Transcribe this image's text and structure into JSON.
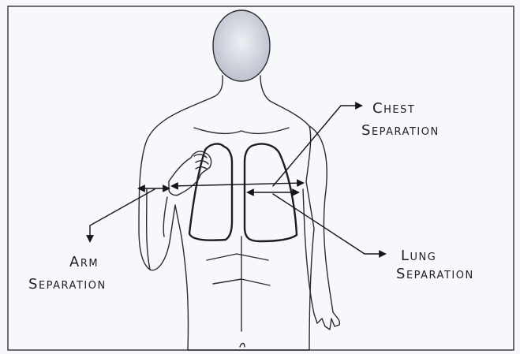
{
  "labels": {
    "chest": {
      "line1": "Chest",
      "line2": "Separation"
    },
    "lung": {
      "line1": "Lung",
      "line2": "Separation"
    },
    "arm": {
      "line1": "Arm",
      "line2": "Separation"
    }
  },
  "colors": {
    "paper": "#f7f8fb",
    "skin_shade": "#c9cbd6",
    "pencil": "#2b2b33",
    "border": "#30303a"
  }
}
